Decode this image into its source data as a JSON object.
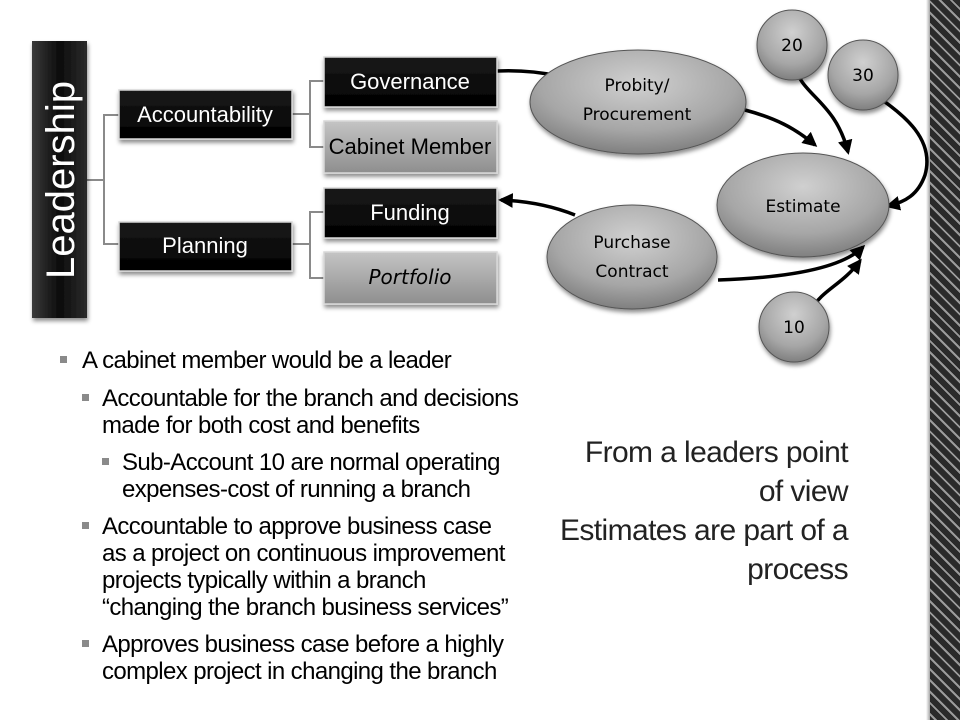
{
  "diagram": {
    "leadership_label": "Leadership",
    "accountability_label": "Accountability",
    "planning_label": "Planning",
    "governance_label": "Governance",
    "cabinet_member_label": "Cabinet Member",
    "funding_label": "Funding",
    "portfolio_label": "Portfolio",
    "probity_line1": "Probity/",
    "probity_line2": "Procurement",
    "purchase_line1": "Purchase",
    "purchase_line2": "Contract",
    "estimate_label": "Estimate",
    "circle_20": "20",
    "circle_30": "30",
    "circle_10": "10"
  },
  "bullets": {
    "b1": "A cabinet member would be a leader",
    "b2_line1": "Accountable for the branch and decisions",
    "b2_line2": "made for both cost and benefits",
    "b3_line1": "Sub-Account 10 are normal operating",
    "b3_line2": "expenses-cost of running a branch",
    "b4_line1": "Accountable to approve business case",
    "b4_line2": "as a project on continuous improvement",
    "b4_line3": "projects typically  within a branch",
    "b4_line4": "“changing the branch business services”",
    "b5_line1": "Approves business case before a highly",
    "b5_line2": "complex  project in changing the branch"
  },
  "side_note": {
    "line1": "From a leaders point",
    "line2": "of view",
    "line3": "Estimates are part of a",
    "line4": "process"
  }
}
